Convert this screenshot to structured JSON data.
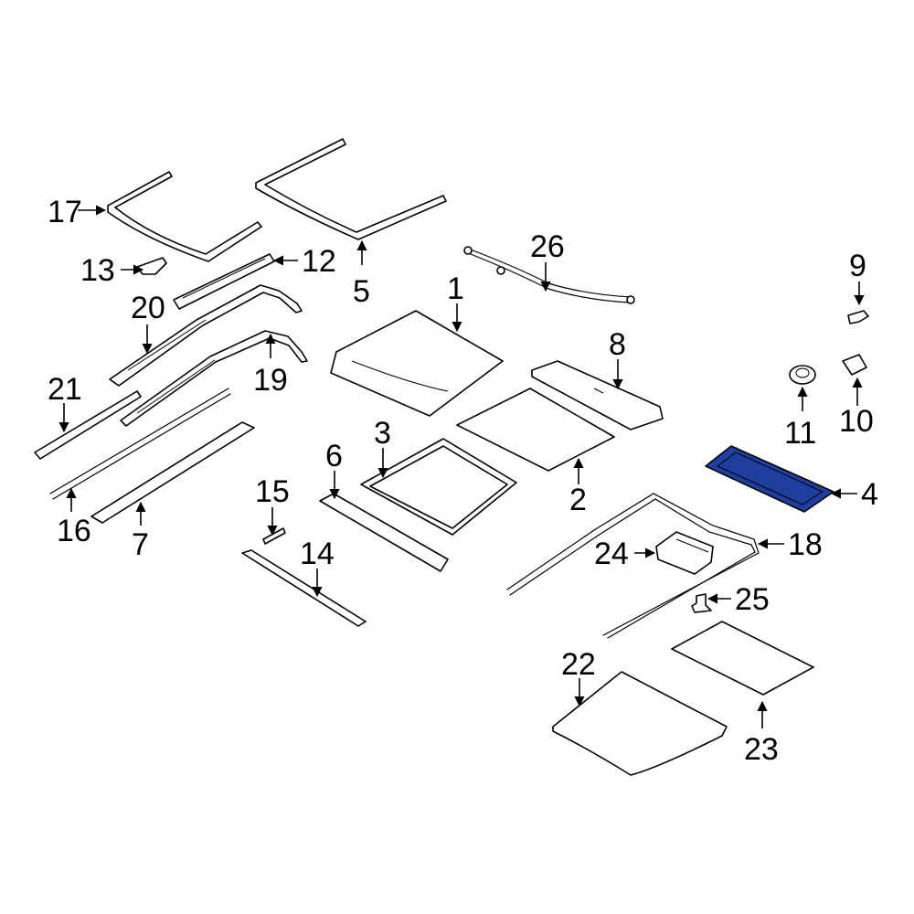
{
  "diagram": {
    "highlight_color": "#1e3fa0",
    "line_color": "#000000",
    "background_color": "#ffffff",
    "callouts": {
      "c1": "1",
      "c2": "2",
      "c3": "3",
      "c4": "4",
      "c5": "5",
      "c6": "6",
      "c7": "7",
      "c8": "8",
      "c9": "9",
      "c10": "10",
      "c11": "11",
      "c12": "12",
      "c13": "13",
      "c14": "14",
      "c15": "15",
      "c16": "16",
      "c17": "17",
      "c18": "18",
      "c19": "19",
      "c20": "20",
      "c21": "21",
      "c22": "22",
      "c23": "23",
      "c24": "24",
      "c25": "25",
      "c26": "26"
    }
  }
}
